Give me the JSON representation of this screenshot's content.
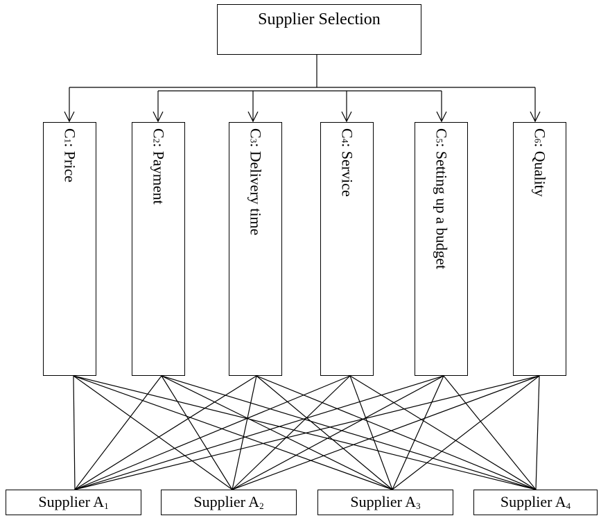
{
  "root": {
    "label": "Supplier Selection"
  },
  "criteria": [
    {
      "code": "C",
      "index": "1",
      "name": ": Price"
    },
    {
      "code": "C",
      "index": "2",
      "name": ": Payment"
    },
    {
      "code": "C",
      "index": "3",
      "name": ": Delivery time"
    },
    {
      "code": "C",
      "index": "4",
      "name": ": Service"
    },
    {
      "code": "C",
      "index": "5",
      "name": ": Setting up a budget"
    },
    {
      "code": "C",
      "index": "6",
      "name": ": Quality"
    }
  ],
  "alternatives": [
    {
      "prefix": "Supplier A",
      "index": "1"
    },
    {
      "prefix": "Supplier A",
      "index": "2"
    },
    {
      "prefix": "Supplier A",
      "index": "3"
    },
    {
      "prefix": "Supplier A",
      "index": "4"
    }
  ]
}
